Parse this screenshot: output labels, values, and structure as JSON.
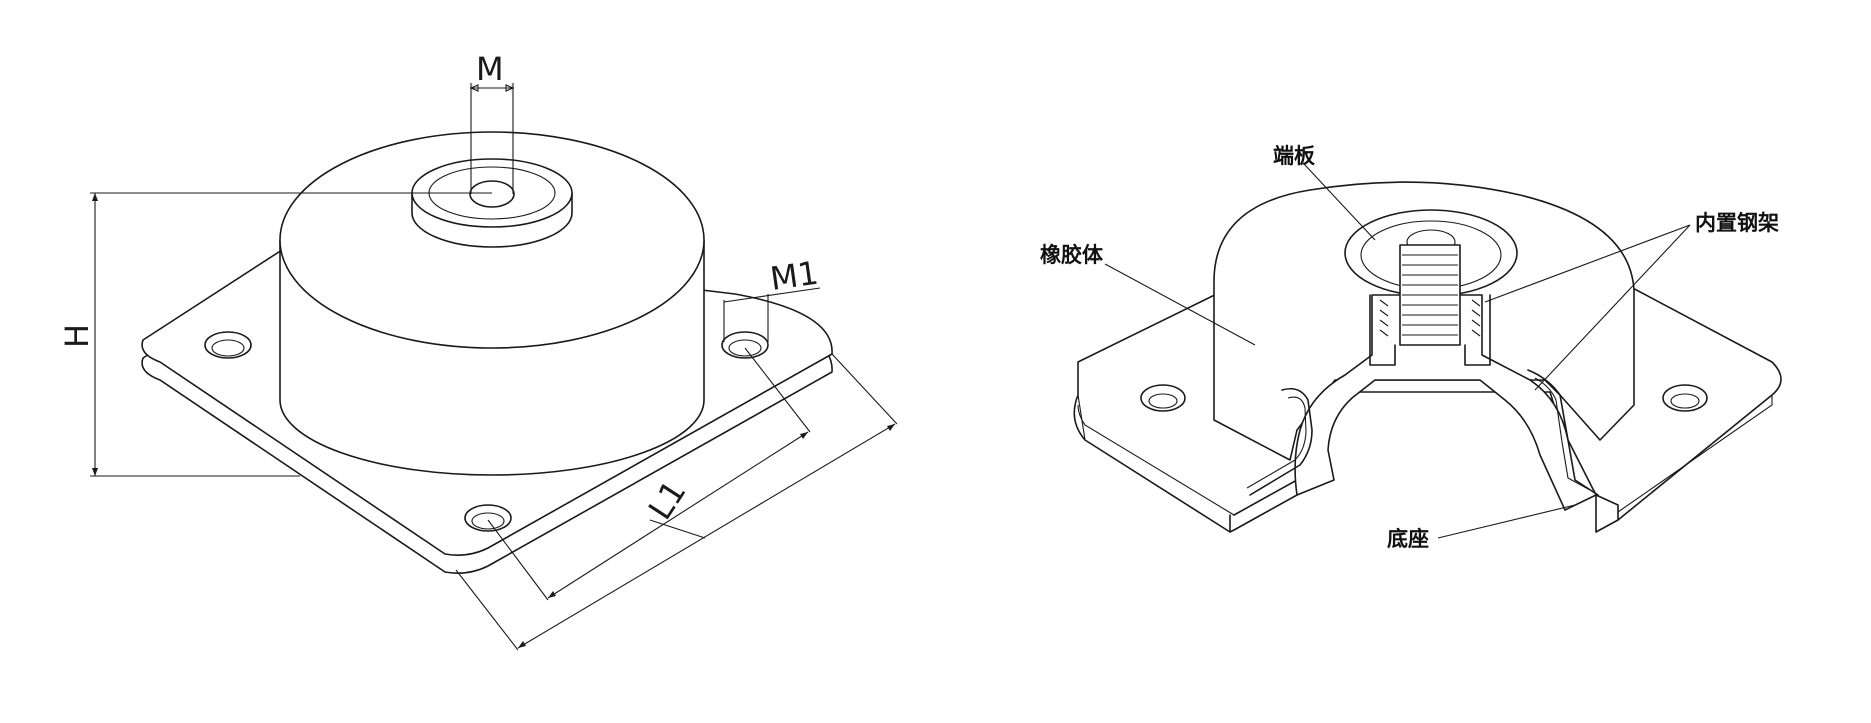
{
  "dimensions": {
    "m": "M",
    "m1": "M1",
    "h": "H",
    "l1": "L1"
  },
  "parts": {
    "end_plate": "端板",
    "rubber_body": "橡胶体",
    "steel_frame": "内置钢架",
    "base": "底座"
  },
  "colors": {
    "line": "#1a1a1a",
    "background": "#ffffff"
  }
}
